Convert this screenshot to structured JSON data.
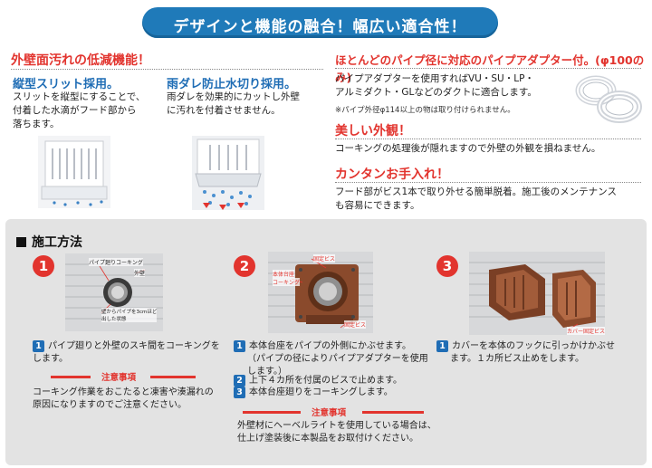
{
  "banner": {
    "title": "デザインと機能の融合！幅広い適合性！"
  },
  "features_left": {
    "heading": "外壁面汚れの低減機能！",
    "slit": {
      "heading": "縦型スリット採用。",
      "text": [
        "スリットを縦型にすることで、",
        "付着した水滴がフード部から",
        "落ちます。"
      ]
    },
    "drip": {
      "heading": "雨ダレ防止水切り採用。",
      "text": [
        "雨ダレを効果的にカットし外壁",
        "に汚れを付着させません。"
      ]
    }
  },
  "features_right": {
    "pipe": {
      "heading": "ほとんどのパイプ径に対応のパイプアダプター付。(φ100のみ)",
      "text": [
        "パイプアダプターを使用すればVU・SU・LP・",
        "アルミダクト・GLなどのダクトに適合します。"
      ],
      "note": "※パイプ外径φ114以上の物は取り付けられません。"
    },
    "beauty": {
      "heading": "美しい外観！",
      "text": "コーキングの処理後が隠れますので外壁の外観を損ねません。"
    },
    "care": {
      "heading": "カンタンお手入れ！",
      "text": [
        "フード部がビス1本で取り外せる簡単脱着。施工後のメンテナンス",
        "も容易にできます。"
      ]
    }
  },
  "installation": {
    "title": "施工方法",
    "steps": [
      {
        "number": "1",
        "labels": [
          "パイプ廻りコーキング",
          "外壁",
          "壁からパイプを3cmほど",
          "出した状態"
        ],
        "items": [
          {
            "badge": "1",
            "lines": [
              "パイプ廻りと外壁のスキ間をコーキングを",
              "します。"
            ]
          }
        ],
        "caution_label": "注意事項",
        "caution_text": [
          "コーキング作業をおこたると凍害や湊漏れの",
          "原因になりますのでご注意ください。"
        ]
      },
      {
        "number": "2",
        "labels": [
          "固定ビス",
          "本体台座",
          "コーキング",
          "固定ビス"
        ],
        "items": [
          {
            "badge": "1",
            "lines": [
              "本体台座をパイプの外側にかぶせます。",
              "（パイプの径によりパイプアダプターを使用",
              "します。）"
            ]
          },
          {
            "badge": "2",
            "lines": [
              "上下４カ所を付属のビスで止めます。"
            ]
          },
          {
            "badge": "3",
            "lines": [
              "本体台座廻りをコーキングします。"
            ]
          }
        ],
        "caution_label": "注意事項",
        "caution_text": [
          "外壁材にヘーベルライトを使用している場合は、",
          "仕上げ塗装後に本製品をお取付けください。"
        ]
      },
      {
        "number": "3",
        "labels": [
          "カバー固定ビス"
        ],
        "items": [
          {
            "badge": "1",
            "lines": [
              "カバーを本体のフックに引っかけかぶせ",
              "ます。１カ所ビス止めをします。"
            ]
          }
        ]
      }
    ]
  },
  "colors": {
    "accent_blue": "#1f7ab9",
    "heading_red": "#e2342e",
    "badge_blue": "#1f6db5",
    "product_brown": "#8a4a2c"
  }
}
